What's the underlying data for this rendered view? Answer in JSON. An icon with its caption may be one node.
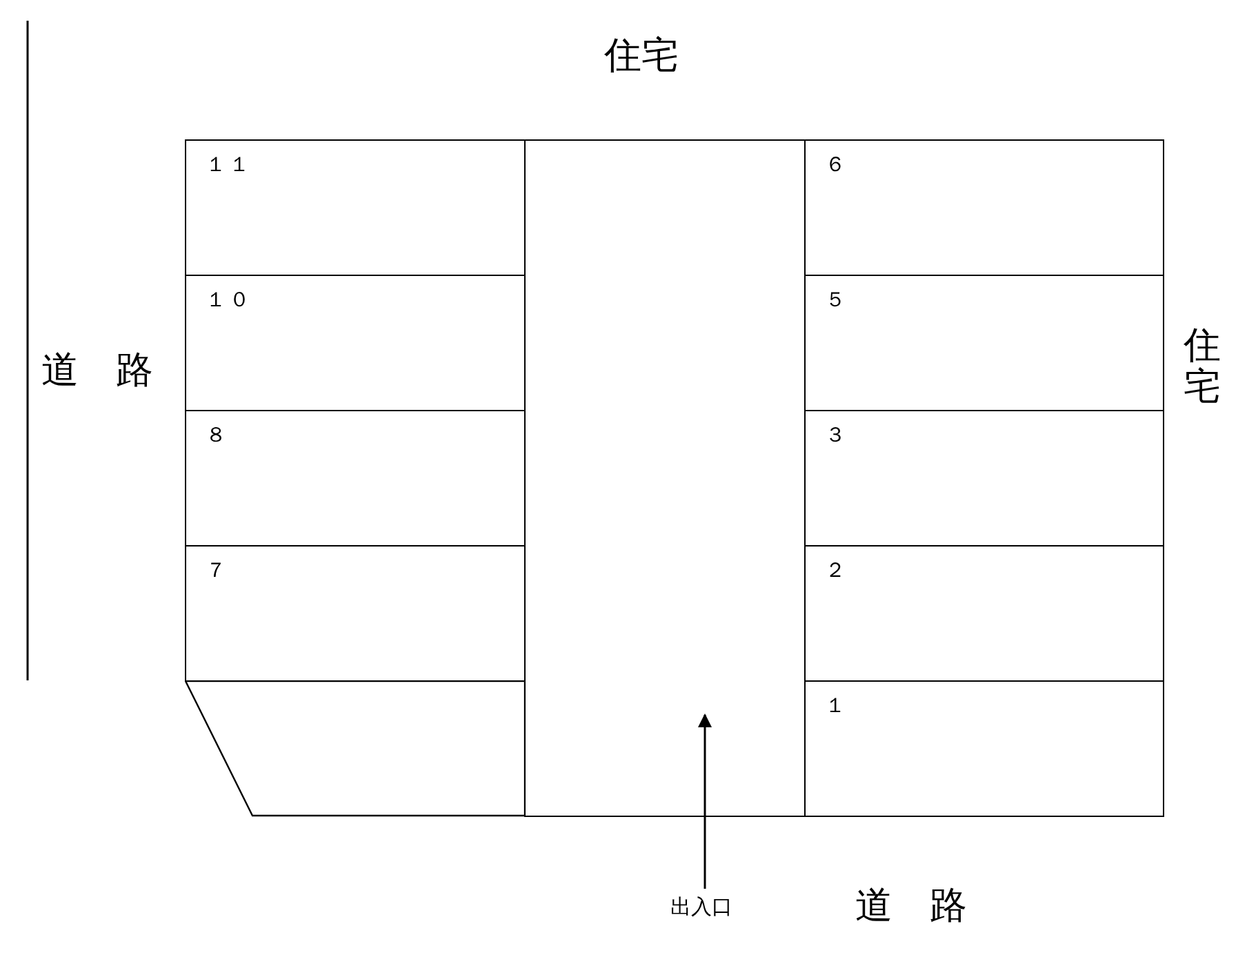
{
  "diagram": {
    "nodes": [
      {
        "text": [
          "１１"
        ]
      },
      {
        "text": [],
        "shape": "box"
      },
      {
        "text": [
          "６"
        ]
      },
      {
        "text": [
          "１０"
        ]
      },
      {
        "text": [
          "５"
        ]
      },
      {
        "text": [
          "８"
        ]
      },
      {
        "text": [
          "３"
        ]
      },
      {
        "text": [
          "７"
        ]
      },
      {
        "text": [
          "２"
        ]
      },
      {
        "text": [],
        "shape": "box"
      },
      {
        "text": [
          "１"
        ]
      },
      {
        "text": [
          "出入口"
        ]
      }
    ],
    "edges": [
      {
        "from": 11,
        "to": 1,
        "arrow": "to"
      }
    ],
    "labels": [
      "住宅",
      "道　路",
      "住宅",
      "道　路"
    ]
  }
}
